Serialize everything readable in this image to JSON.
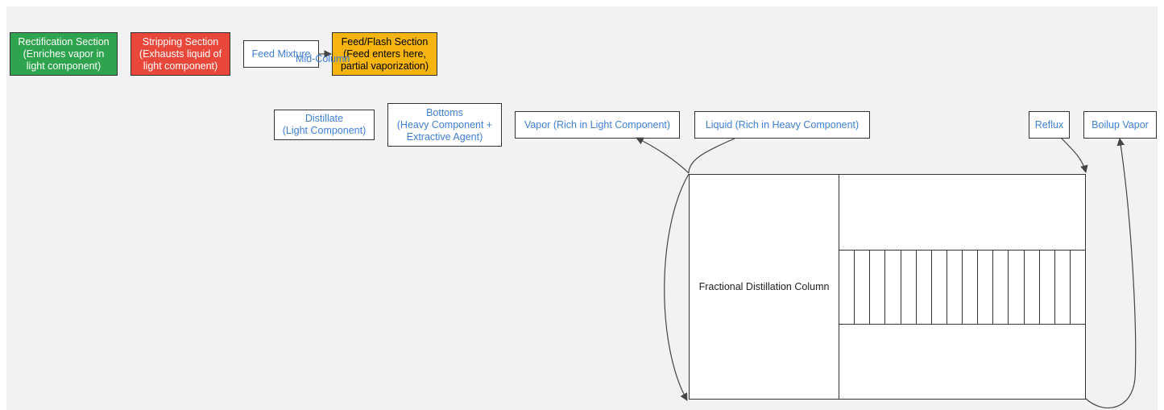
{
  "colors": {
    "canvas": "#f1f2f4",
    "rectification": "#2ea44f",
    "stripping": "#e8473a",
    "feed_flash": "#f6b40e",
    "text_link": "#3e7fd4",
    "stroke": "#333333"
  },
  "legend": {
    "rectification": "Rectification Section\n(Enriches vapor in\nlight component)",
    "stripping": "Stripping Section\n(Exhausts liquid of\nlight component)",
    "feed_mixture": "Feed Mixture",
    "feed_flash": "Feed/Flash Section\n(Feed enters here,\npartial vaporization)",
    "edge_label": "Mid-Column"
  },
  "nodes": {
    "distillate": "Distillate\n(Light Component)",
    "bottoms": "Bottoms\n(Heavy Component +\nExtractive Agent)",
    "vapor": "Vapor (Rich in Light Component)",
    "liquid": "Liquid (Rich in Heavy Component)",
    "reflux": "Reflux",
    "boilup": "Boilup Vapor"
  },
  "column": {
    "label": "Fractional Distillation Column",
    "tray_count": 16
  }
}
